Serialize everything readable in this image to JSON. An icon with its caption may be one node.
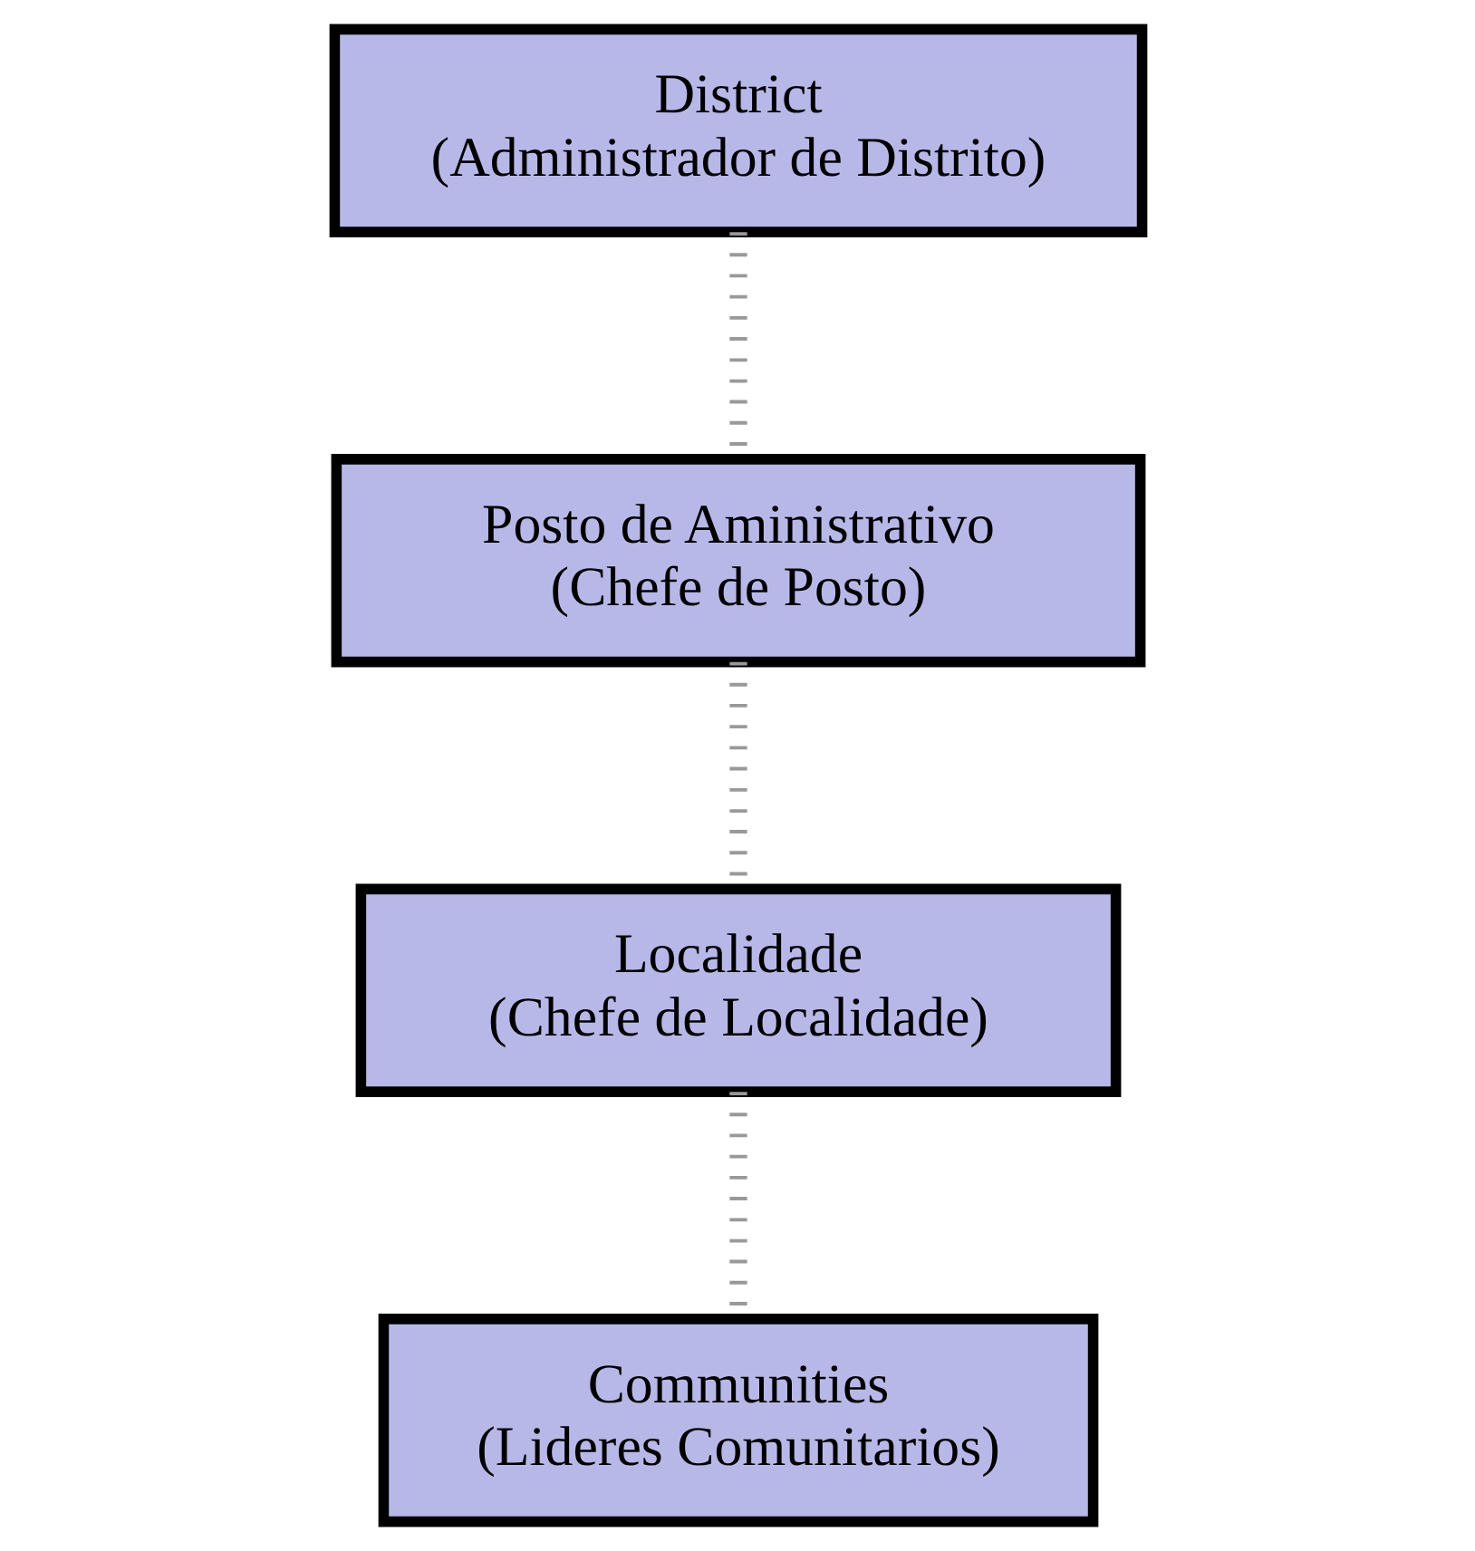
{
  "diagram": {
    "nodes": [
      {
        "text": [
          "District",
          "(Administrador de Distrito)"
        ]
      },
      {
        "text": [
          "Posto de Aministrativo",
          "(Chefe de Posto)"
        ]
      },
      {
        "text": [
          "Localidade",
          "(Chefe de Localidade)"
        ]
      },
      {
        "text": [
          "Communities",
          "(Lideres Comunitarios)"
        ]
      }
    ],
    "edges": [
      {
        "from": 0,
        "to": 1,
        "arrow": "none",
        "style": "dashed"
      },
      {
        "from": 1,
        "to": 2,
        "arrow": "none",
        "style": "dashed"
      },
      {
        "from": 2,
        "to": 3,
        "arrow": "none",
        "style": "dashed"
      }
    ]
  }
}
